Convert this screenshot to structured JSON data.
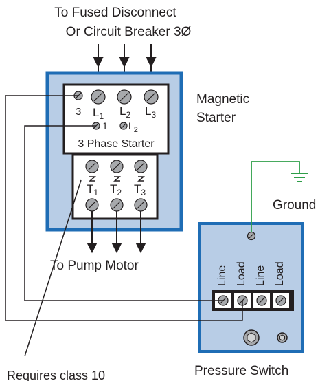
{
  "labels": {
    "supply_line1": "To Fused Disconnect",
    "supply_line2": "Or Circuit Breaker 3Ø",
    "magnetic_line1": "Magnetic",
    "magnetic_line2": "Starter",
    "ground": "Ground",
    "pump_motor": "To Pump Motor",
    "starter_name": "3 Phase Starter",
    "pressure_switch": "Pressure Switch",
    "requires": "Requires class 10"
  },
  "terminals": {
    "coil3": "3",
    "coil1": "1",
    "coilL2_letter": "L",
    "coilL2_sub": "2",
    "L1_letter": "L",
    "L1_sub": "1",
    "L2_letter": "L",
    "L2_sub": "2",
    "L3_letter": "L",
    "L3_sub": "3",
    "T1_letter": "T",
    "T1_sub": "1",
    "T2_letter": "T",
    "T2_sub": "2",
    "T3_letter": "T",
    "T3_sub": "3",
    "ps_line_a": "Line",
    "ps_load_a": "Load",
    "ps_line_b": "Line",
    "ps_load_b": "Load"
  },
  "colors": {
    "panel_fill": "#b8cde6",
    "panel_border": "#1f6db5",
    "wire": "#231f20",
    "ground_wire": "#2e9e48",
    "terminal_fill": "#a7a9ac"
  },
  "icons": [
    "ground-symbol-icon",
    "screw-terminal-icon",
    "arrow-down-icon",
    "overload-heater-icon"
  ]
}
